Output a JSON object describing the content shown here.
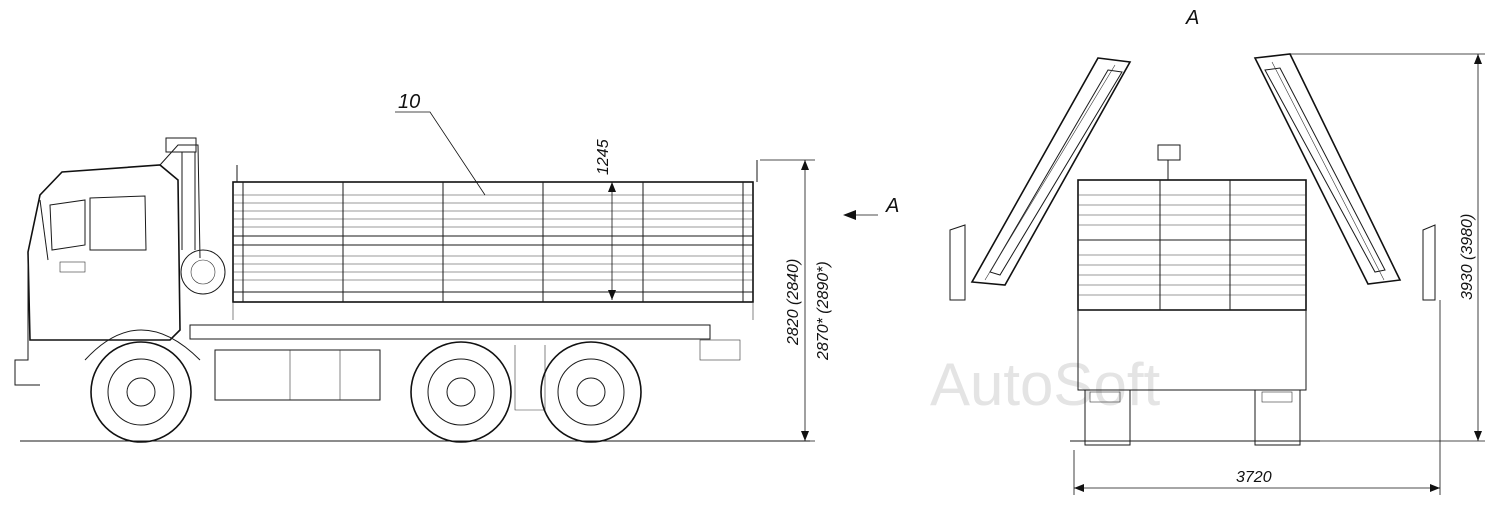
{
  "side_view": {
    "item_callout": "10",
    "dim_gate_height": "1245",
    "dim_height": "2820 (2840)",
    "dim_height_alt": "2870* (2890*)",
    "view_arrow_label": "A"
  },
  "rear_view": {
    "title": "A",
    "dim_height": "3930 (3980)",
    "dim_width": "3720"
  },
  "watermark": "AutoSoft"
}
